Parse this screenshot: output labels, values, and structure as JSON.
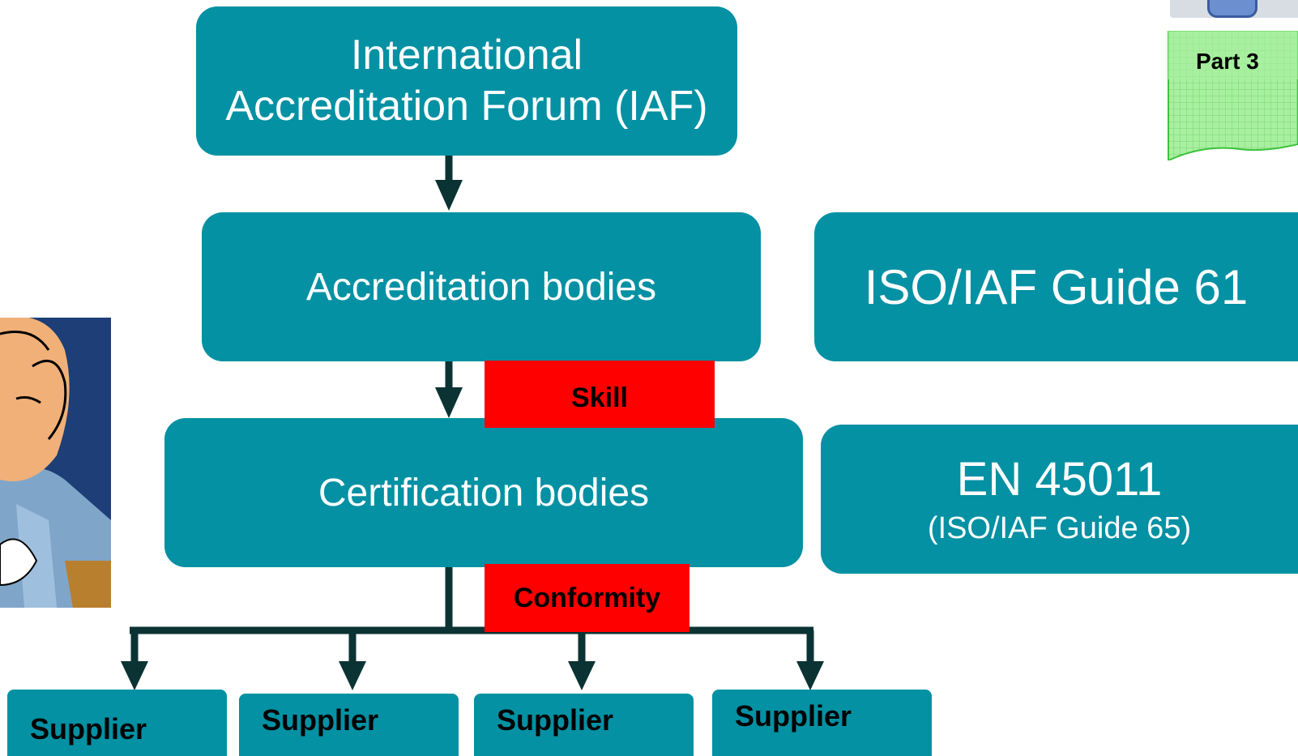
{
  "diagram": {
    "iaf_line1": "International",
    "iaf_line2": "Accreditation Forum (IAF)",
    "accreditation_bodies": "Accreditation bodies",
    "certification_bodies": "Certification bodies",
    "guide61": "ISO/IAF Guide 61",
    "en45011": "EN 45011",
    "en45011_sub": "(ISO/IAF Guide 65)",
    "skill": "Skill",
    "conformity": "Conformity",
    "suppliers": [
      "Supplier",
      "Supplier",
      "Supplier",
      "Supplier"
    ]
  },
  "tab": {
    "label": "Part 3"
  },
  "colors": {
    "box": "#0391a3",
    "tag": "#ff0000",
    "arrow": "#0c3333",
    "tab": "#a8f0a0"
  }
}
